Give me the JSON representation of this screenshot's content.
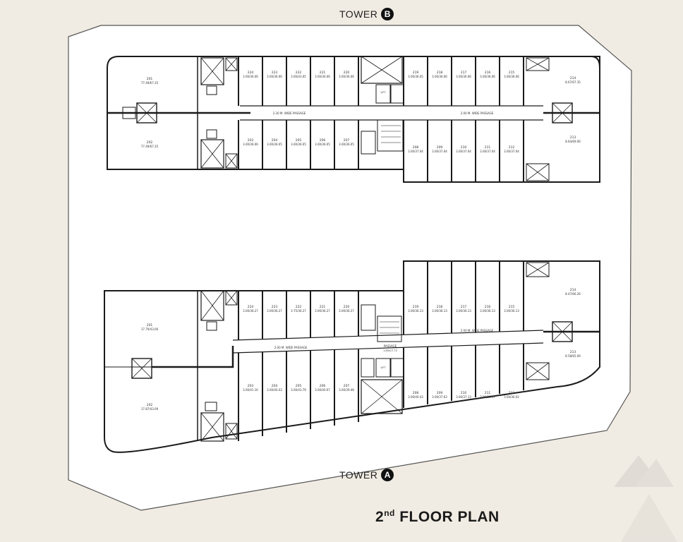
{
  "towers": {
    "top": {
      "word": "TOWER",
      "letter": "B"
    },
    "bottom": {
      "word": "TOWER",
      "letter": "A"
    }
  },
  "title": {
    "num": "2",
    "sup": "nd",
    "text": "FLOOR PLAN"
  },
  "colors": {
    "background": "#f1ece3",
    "slab": "#ffffff",
    "line": "#1a1a1a",
    "badge": "#111111"
  },
  "towerB": {
    "rooms_top": [
      {
        "no": "224",
        "area": "3.00/36.06"
      },
      {
        "no": "223",
        "area": "3.00/36.06"
      },
      {
        "no": "222",
        "area": "3.00/43.05"
      },
      {
        "no": "221",
        "area": "3.00/36.06"
      },
      {
        "no": "220",
        "area": "3.00/36.06"
      },
      {
        "no": "219",
        "area": "3.00/36.05"
      },
      {
        "no": "218",
        "area": "3.00/36.06"
      },
      {
        "no": "217",
        "area": "3.00/36.06"
      },
      {
        "no": "216",
        "area": "3.00/36.06"
      },
      {
        "no": "215",
        "area": "3.00/36.06"
      }
    ],
    "rooms_bottom": [
      {
        "no": "203",
        "area": "3.00/36.06"
      },
      {
        "no": "204",
        "area": "3.00/36.05"
      },
      {
        "no": "205",
        "area": "3.00/36.05"
      },
      {
        "no": "206",
        "area": "3.00/36.05"
      },
      {
        "no": "207",
        "area": "3.00/36.05"
      },
      {
        "no": "208",
        "area": "3.00/37.04"
      },
      {
        "no": "209",
        "area": "3.00/37.04"
      },
      {
        "no": "210",
        "area": "3.00/37.04"
      },
      {
        "no": "211",
        "area": "3.00/37.04"
      },
      {
        "no": "212",
        "area": "3.00/37.04"
      }
    ],
    "left_units": [
      {
        "no": "201",
        "area": "77.49/67.35"
      },
      {
        "no": "202",
        "area": "77.49/67.35"
      }
    ],
    "right_units": [
      {
        "no": "214",
        "area": "8.67/67.35"
      },
      {
        "no": "213",
        "area": "8.64/69.06"
      }
    ],
    "passages": [
      "2.30 M. WIDE PASSAGE",
      "2.00 M. WIDE PASSAGE"
    ],
    "lift": "LIFT"
  },
  "towerA": {
    "rooms_top": [
      {
        "no": "224",
        "area": "3.00/36.27"
      },
      {
        "no": "223",
        "area": "3.00/36.27"
      },
      {
        "no": "222",
        "area": "3.75/36.27"
      },
      {
        "no": "221",
        "area": "3.00/36.27"
      },
      {
        "no": "220",
        "area": "3.00/36.27"
      },
      {
        "no": "219",
        "area": "3.00/36.13"
      },
      {
        "no": "218",
        "area": "3.00/36.13"
      },
      {
        "no": "217",
        "area": "3.00/36.13"
      },
      {
        "no": "216",
        "area": "3.00/36.13"
      },
      {
        "no": "215",
        "area": "3.00/36.13"
      }
    ],
    "rooms_bottom": [
      {
        "no": "203",
        "area": "3.00/41.16"
      },
      {
        "no": "204",
        "area": "3.00/40.43"
      },
      {
        "no": "205",
        "area": "3.00/43.79"
      },
      {
        "no": "206",
        "area": "3.00/40.07"
      },
      {
        "no": "207",
        "area": "3.00/39.48"
      },
      {
        "no": "208",
        "area": "3.00/40.43"
      },
      {
        "no": "209",
        "area": "3.00/37.63"
      },
      {
        "no": "210",
        "area": "3.00/37.13"
      },
      {
        "no": "211",
        "area": "3.00/36.37"
      },
      {
        "no": "212",
        "area": "3.00/36.02"
      }
    ],
    "left_units": [
      {
        "no": "201",
        "area": "17.79/43.06"
      },
      {
        "no": "202",
        "area": "17.87/43.09"
      }
    ],
    "right_units": [
      {
        "no": "214",
        "area": "8.47/66.26"
      },
      {
        "no": "213",
        "area": "8.58/65.09"
      }
    ],
    "passages": [
      "2.00 M. WIDE PASSAGE",
      "2.00 M. WIDE PASSAGE"
    ],
    "passage_center": "PASSAGE",
    "passage_center_sub": "1.80x17.72",
    "lift": "LIFT"
  }
}
